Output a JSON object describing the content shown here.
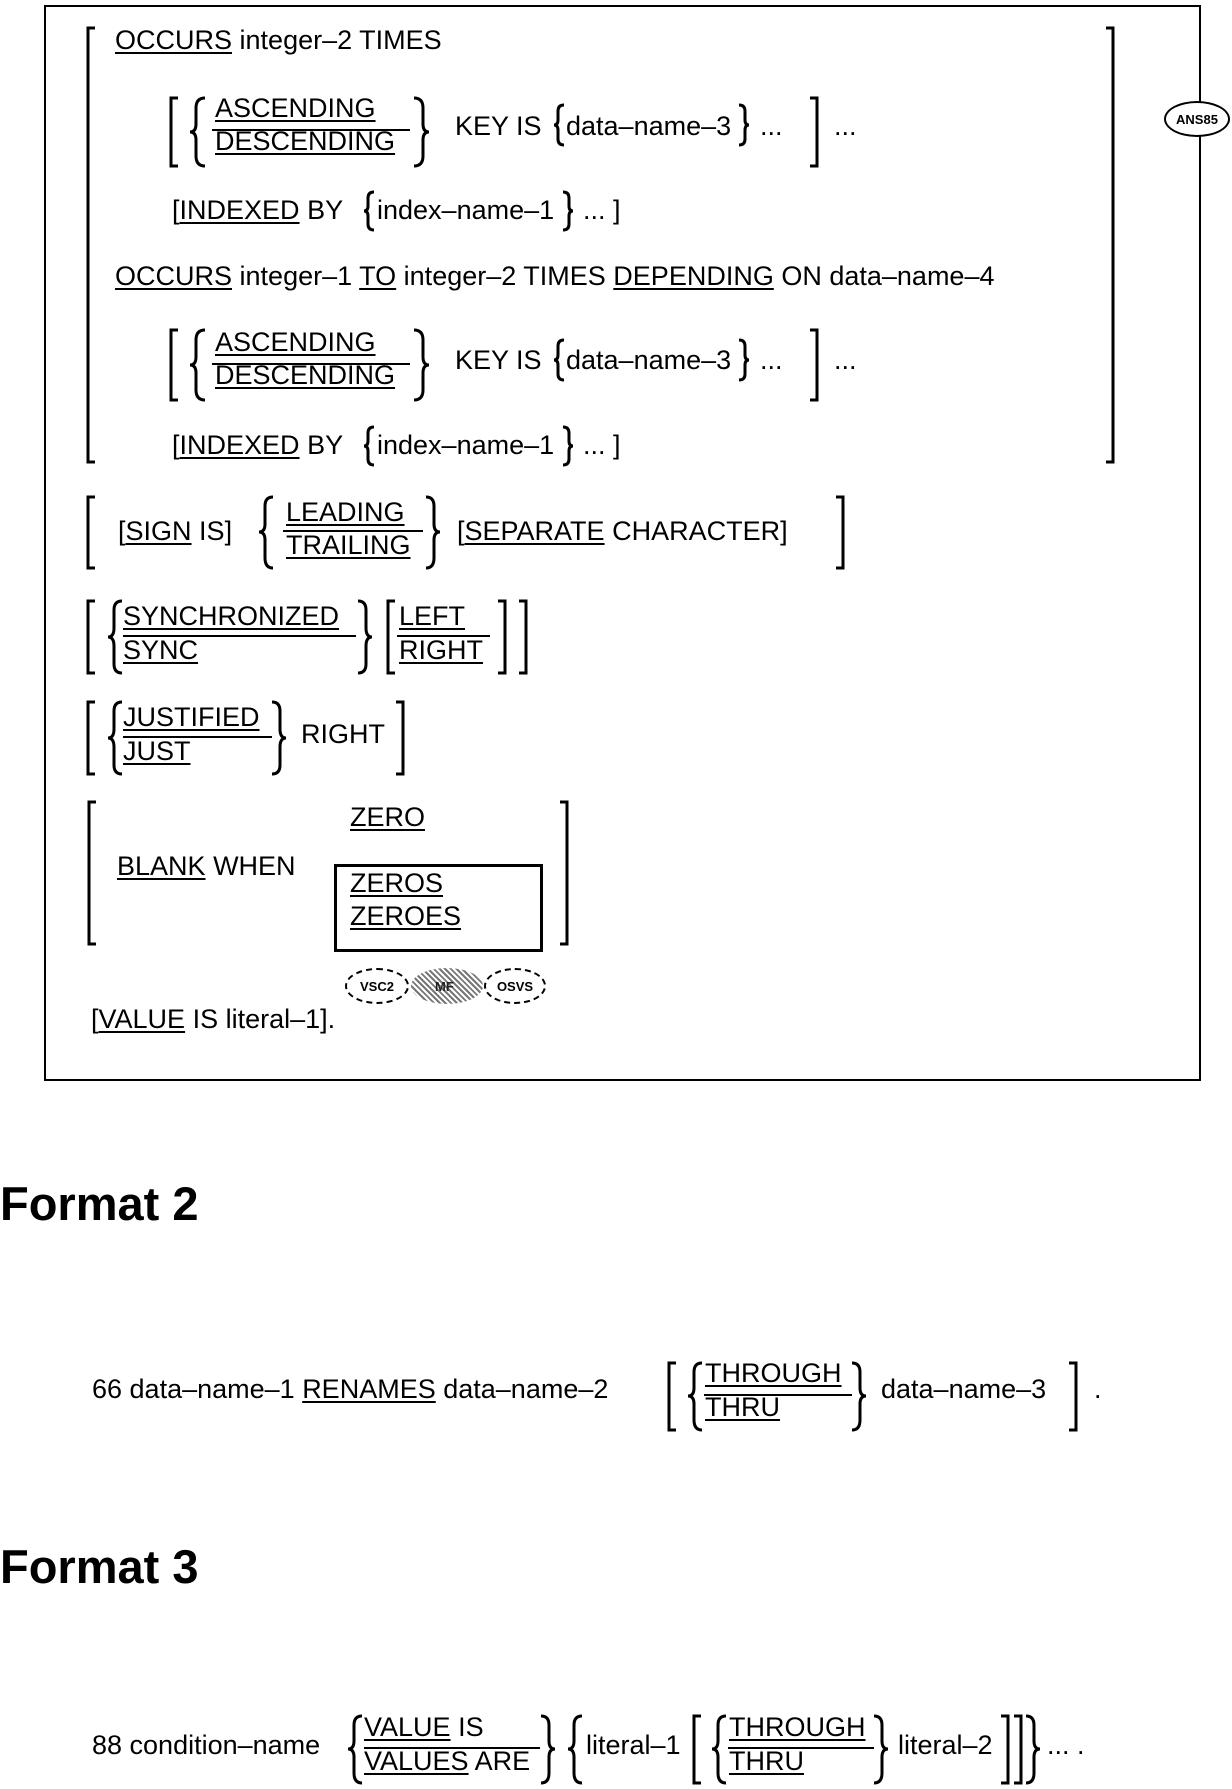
{
  "format1": {
    "occurs1_occurs": "OCCURS",
    "occurs1_rest": "integer–2 TIMES",
    "ascending": "ASCENDING",
    "descending": "DESCENDING",
    "key_is": "KEY IS",
    "data_name_3": "data–name–3",
    "ellipsis": "...",
    "indexed": "INDEXED",
    "by": "BY",
    "index_name_1": "index–name–1",
    "occurs2_occurs": "OCCURS",
    "occurs2_a": "integer–1",
    "occurs2_to": "TO",
    "occurs2_b": "integer–2 TIMES",
    "occurs2_depending": "DEPENDING",
    "occurs2_c": "ON data–name–4",
    "ans_badge": "ANS85",
    "sign": "SIGN",
    "is": "IS",
    "leading": "LEADING",
    "trailing": "TRAILING",
    "separate": "SEPARATE",
    "character": "CHARACTER",
    "synchronized": "SYNCHRONIZED",
    "sync": "SYNC",
    "left": "LEFT",
    "right": "RIGHT",
    "justified": "JUSTIFIED",
    "just": "JUST",
    "blank": "BLANK",
    "when": "WHEN",
    "zero": "ZERO",
    "zeros": "ZEROS",
    "zeroes": "ZEROES",
    "badge_vsc2": "VSC2",
    "badge_mf": "MF",
    "badge_osvs": "OSVS",
    "value": "VALUE",
    "value_rest": "IS literal–1]."
  },
  "format2": {
    "heading": "Format 2",
    "prefix": "66 data–name–1",
    "renames": "RENAMES",
    "mid": "data–name–2",
    "through": "THROUGH",
    "thru": "THRU",
    "suffix": "data–name–3"
  },
  "format3": {
    "heading": "Format 3",
    "prefix": "88 condition–name",
    "value": "VALUE",
    "is": "IS",
    "values": "VALUES",
    "are": "ARE",
    "literal1": "literal–1",
    "through": "THROUGH",
    "thru": "THRU",
    "literal2": "literal–2",
    "ellipsis": "... ."
  }
}
